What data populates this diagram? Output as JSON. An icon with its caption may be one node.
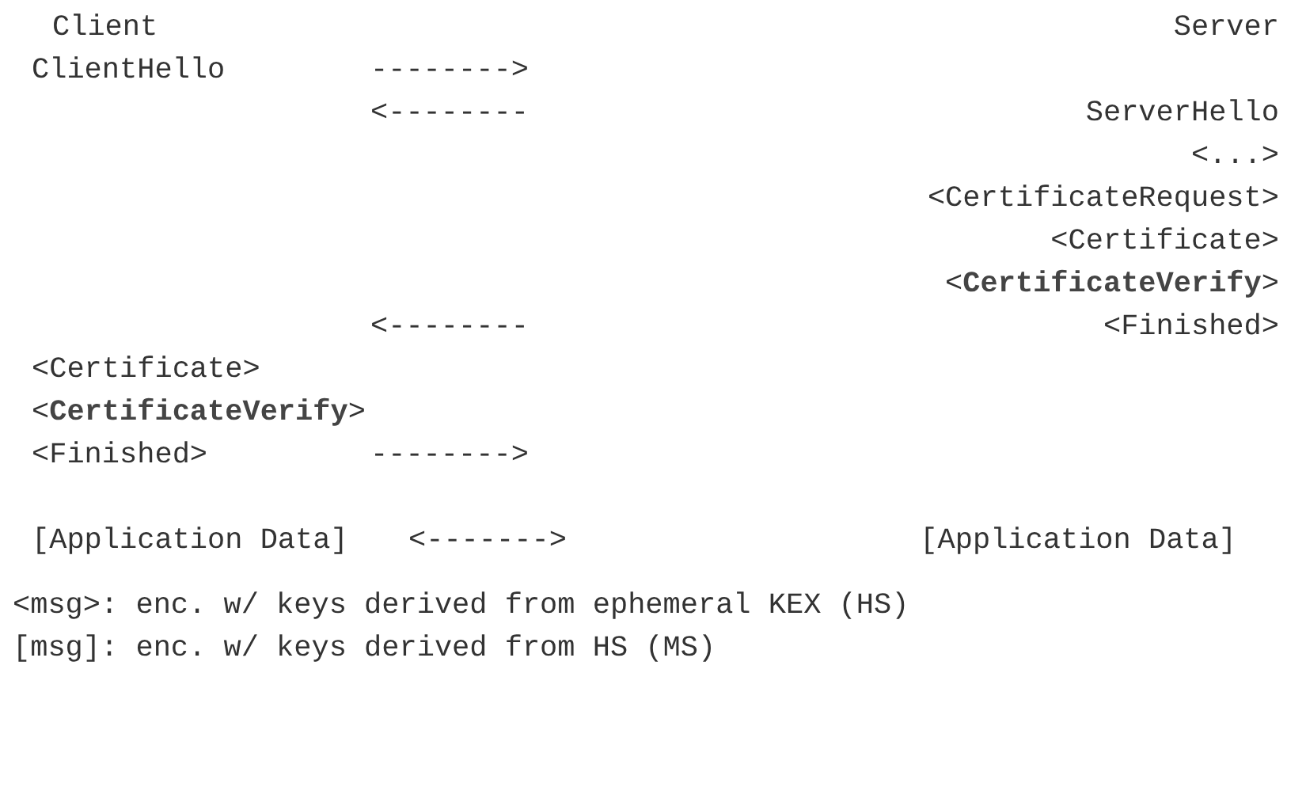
{
  "diagram": {
    "labels": [
      "Client",
      "Server",
      "ClientHello",
      "-------->",
      "<--------",
      "ServerHello",
      "<...>",
      "<CertificateRequest>",
      "<Certificate>",
      "<**CertificateVerify**>",
      "<--------",
      "<Finished>",
      "<Certificate>",
      "<**CertificateVerify**>",
      "<Finished>",
      "-------->",
      "[Application Data]",
      "<------->",
      "[Application Data]",
      "<msg>: enc. w/ keys derived from ephemeral KEX (HS)",
      "[msg]: enc. w/ keys derived from HS (MS)"
    ]
  }
}
